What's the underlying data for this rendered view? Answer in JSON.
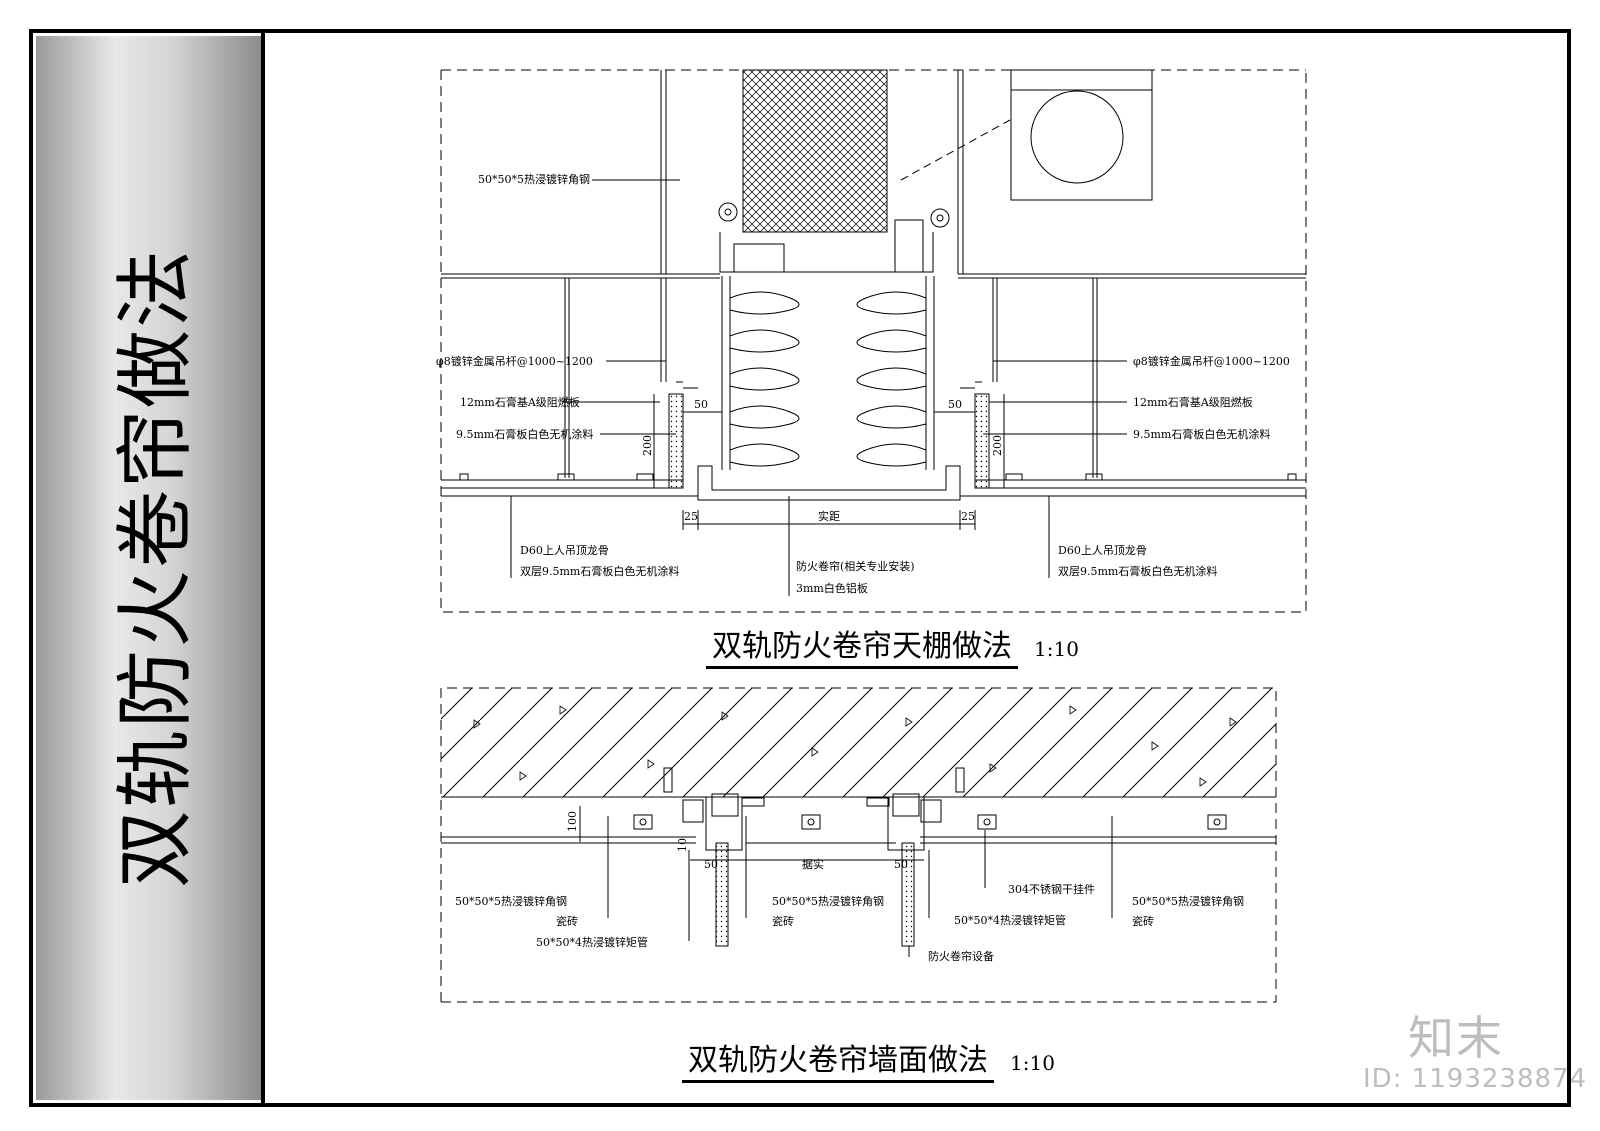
{
  "side_title": "双轨防火卷帘做法",
  "ceiling": {
    "title": "双轨防火卷帘天棚做法",
    "scale": "1:10",
    "labels": {
      "angle_steel": "50*50*5热浸镀锌角钢",
      "rod_left": "φ8镀锌金属吊杆@1000~1200",
      "rod_right": "φ8镀锌金属吊杆@1000~1200",
      "board12_left": "12mm石膏基A级阻燃板",
      "board12_right": "12mm石膏基A级阻燃板",
      "board95_left": "9.5mm石膏板白色无机涂料",
      "board95_right": "9.5mm石膏板白色无机涂料",
      "keel_left": "D60上人吊顶龙骨",
      "keel_right": "D60上人吊顶龙骨",
      "double_left": "双层9.5mm石膏板白色无机涂料",
      "double_right": "双层9.5mm石膏板白色无机涂料",
      "curtain": "防火卷帘(相关专业安装)",
      "alu": "3mm白色铝板",
      "dim_50_left": "50",
      "dim_50_right": "50",
      "dim_200_left": "200",
      "dim_200_right": "200",
      "dim_25_left": "25",
      "dim_25_right": "25",
      "dim_span": "实距"
    }
  },
  "wall": {
    "title": "双轨防火卷帘墙面做法",
    "scale": "1:10",
    "labels": {
      "angle_left": "50*50*5热浸镀锌角钢",
      "tile_left": "瓷砖",
      "tube_left": "50*50*4热浸镀锌矩管",
      "angle_mid": "50*50*5热浸镀锌角钢",
      "tile_mid": "瓷砖",
      "hanger": "304不锈钢干挂件",
      "tube_mid": "50*50*4热浸镀锌矩管",
      "angle_right": "50*50*5热浸镀锌角钢",
      "tile_right": "瓷砖",
      "device": "防火卷帘设备",
      "dim_100": "100",
      "dim_10": "10",
      "dim_50_left": "50",
      "dim_50_right": "50",
      "dim_span": "据实"
    }
  },
  "watermark": {
    "logo": "知末",
    "id": "ID: 1193238874"
  }
}
